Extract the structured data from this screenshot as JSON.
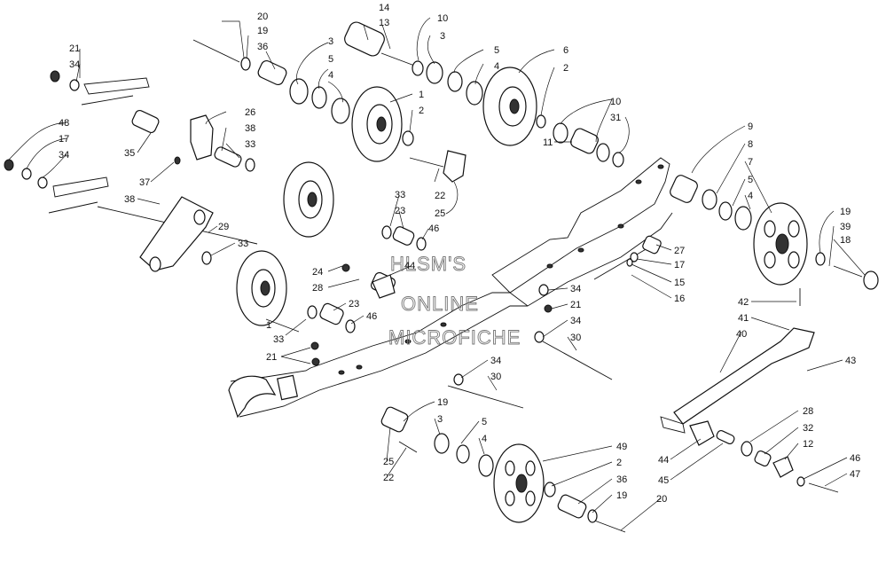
{
  "watermark": [
    "HLSM'S",
    "ONLINE",
    "MICROFICHE"
  ],
  "callouts": [
    {
      "id": "c-20a",
      "text": "20"
    },
    {
      "id": "c-19a",
      "text": "19"
    },
    {
      "id": "c-36a",
      "text": "36"
    },
    {
      "id": "c-14",
      "text": "14"
    },
    {
      "id": "c-13",
      "text": "13"
    },
    {
      "id": "c-10a",
      "text": "10"
    },
    {
      "id": "c-3a",
      "text": "3"
    },
    {
      "id": "c-3b",
      "text": "3"
    },
    {
      "id": "c-5a",
      "text": "5"
    },
    {
      "id": "c-4a",
      "text": "4"
    },
    {
      "id": "c-5b",
      "text": "5"
    },
    {
      "id": "c-4b",
      "text": "4"
    },
    {
      "id": "c-6",
      "text": "6"
    },
    {
      "id": "c-2a",
      "text": "2"
    },
    {
      "id": "c-1a",
      "text": "1"
    },
    {
      "id": "c-2b",
      "text": "2"
    },
    {
      "id": "c-10b",
      "text": "10"
    },
    {
      "id": "c-31",
      "text": "31"
    },
    {
      "id": "c-11",
      "text": "11"
    },
    {
      "id": "c-21a",
      "text": "21"
    },
    {
      "id": "c-34a",
      "text": "34"
    },
    {
      "id": "c-26",
      "text": "26"
    },
    {
      "id": "c-38a",
      "text": "38"
    },
    {
      "id": "c-33a",
      "text": "33"
    },
    {
      "id": "c-48",
      "text": "48"
    },
    {
      "id": "c-17a",
      "text": "17"
    },
    {
      "id": "c-34b",
      "text": "34"
    },
    {
      "id": "c-35",
      "text": "35"
    },
    {
      "id": "c-37",
      "text": "37"
    },
    {
      "id": "c-38b",
      "text": "38"
    },
    {
      "id": "c-9",
      "text": "9"
    },
    {
      "id": "c-8",
      "text": "8"
    },
    {
      "id": "c-7",
      "text": "7"
    },
    {
      "id": "c-5c",
      "text": "5"
    },
    {
      "id": "c-4c",
      "text": "4"
    },
    {
      "id": "c-19b",
      "text": "19"
    },
    {
      "id": "c-39",
      "text": "39"
    },
    {
      "id": "c-18",
      "text": "18"
    },
    {
      "id": "c-22a",
      "text": "22"
    },
    {
      "id": "c-25a",
      "text": "25"
    },
    {
      "id": "c-33b",
      "text": "33"
    },
    {
      "id": "c-23a",
      "text": "23"
    },
    {
      "id": "c-46a",
      "text": "46"
    },
    {
      "id": "c-44a",
      "text": "44"
    },
    {
      "id": "c-29",
      "text": "29"
    },
    {
      "id": "c-33c",
      "text": "33"
    },
    {
      "id": "c-24",
      "text": "24"
    },
    {
      "id": "c-28a",
      "text": "28"
    },
    {
      "id": "c-27",
      "text": "27"
    },
    {
      "id": "c-17b",
      "text": "17"
    },
    {
      "id": "c-15",
      "text": "15"
    },
    {
      "id": "c-16",
      "text": "16"
    },
    {
      "id": "c-34c",
      "text": "34"
    },
    {
      "id": "c-21b",
      "text": "21"
    },
    {
      "id": "c-1b",
      "text": "1"
    },
    {
      "id": "c-23b",
      "text": "23"
    },
    {
      "id": "c-46b",
      "text": "46"
    },
    {
      "id": "c-34d",
      "text": "34"
    },
    {
      "id": "c-30a",
      "text": "30"
    },
    {
      "id": "c-42",
      "text": "42"
    },
    {
      "id": "c-41",
      "text": "41"
    },
    {
      "id": "c-40",
      "text": "40"
    },
    {
      "id": "c-43",
      "text": "43"
    },
    {
      "id": "c-1c",
      "text": "1"
    },
    {
      "id": "c-33d",
      "text": "33"
    },
    {
      "id": "c-21c",
      "text": "21"
    },
    {
      "id": "c-34e",
      "text": "34"
    },
    {
      "id": "c-30b",
      "text": "30"
    },
    {
      "id": "c-19c",
      "text": "19"
    },
    {
      "id": "c-3c",
      "text": "3"
    },
    {
      "id": "c-5d",
      "text": "5"
    },
    {
      "id": "c-4d",
      "text": "4"
    },
    {
      "id": "c-25b",
      "text": "25"
    },
    {
      "id": "c-22b",
      "text": "22"
    },
    {
      "id": "c-49",
      "text": "49"
    },
    {
      "id": "c-2c",
      "text": "2"
    },
    {
      "id": "c-36b",
      "text": "36"
    },
    {
      "id": "c-19d",
      "text": "19"
    },
    {
      "id": "c-20b",
      "text": "20"
    },
    {
      "id": "c-28b",
      "text": "28"
    },
    {
      "id": "c-32",
      "text": "32"
    },
    {
      "id": "c-12",
      "text": "12"
    },
    {
      "id": "c-44b",
      "text": "44"
    },
    {
      "id": "c-45",
      "text": "45"
    },
    {
      "id": "c-46c",
      "text": "46"
    },
    {
      "id": "c-47",
      "text": "47"
    }
  ]
}
